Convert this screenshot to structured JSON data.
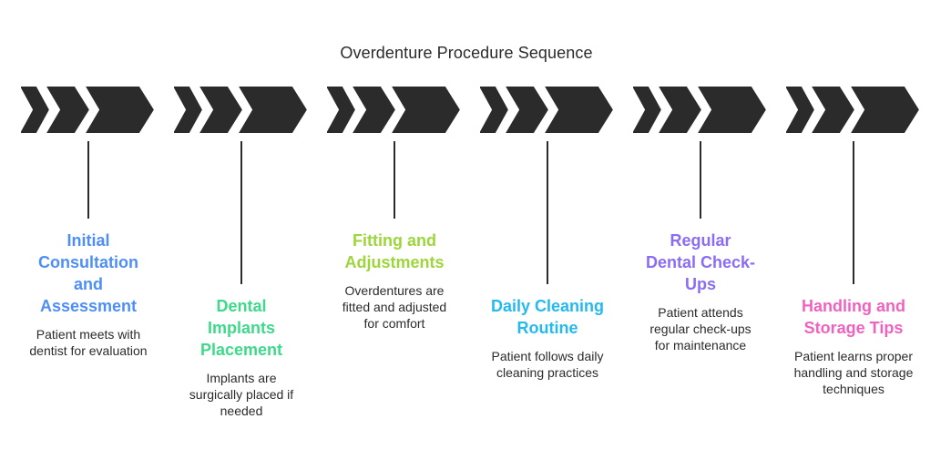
{
  "title": "Overdenture Procedure Sequence",
  "steps": [
    {
      "heading": "Initial Consultation and Assessment",
      "heading_lines": [
        "Initial",
        "Consultation",
        "and",
        "Assessment"
      ],
      "description_lines": [
        "Patient meets with",
        "dentist for evaluation"
      ],
      "color": "#4F8EF7",
      "position": "upper"
    },
    {
      "heading": "Dental Implants Placement",
      "heading_lines": [
        "Dental",
        "Implants",
        "Placement"
      ],
      "description_lines": [
        "Implants are",
        "surgically placed if",
        "needed"
      ],
      "color": "#3ED98A",
      "position": "lower"
    },
    {
      "heading": "Fitting and Adjustments",
      "heading_lines": [
        "Fitting and",
        "Adjustments"
      ],
      "description_lines": [
        "Overdentures are",
        "fitted and adjusted",
        "for comfort"
      ],
      "color": "#9CD63A",
      "position": "upper"
    },
    {
      "heading": "Daily Cleaning Routine",
      "heading_lines": [
        "Daily Cleaning",
        "Routine"
      ],
      "description_lines": [
        "Patient follows daily",
        "cleaning practices"
      ],
      "color": "#25B9F2",
      "position": "lower"
    },
    {
      "heading": "Regular Dental Check-Ups",
      "heading_lines": [
        "Regular",
        "Dental Check-",
        "Ups"
      ],
      "description_lines": [
        "Patient attends",
        "regular check-ups",
        "for maintenance"
      ],
      "color": "#8B6CF6",
      "position": "upper"
    },
    {
      "heading": "Handling and Storage Tips",
      "heading_lines": [
        "Handling and",
        "Storage Tips"
      ],
      "description_lines": [
        "Patient learns proper",
        "handling and storage",
        "techniques"
      ],
      "color": "#F062C0",
      "position": "lower"
    }
  ],
  "chevron_color": "#2B2B2B"
}
